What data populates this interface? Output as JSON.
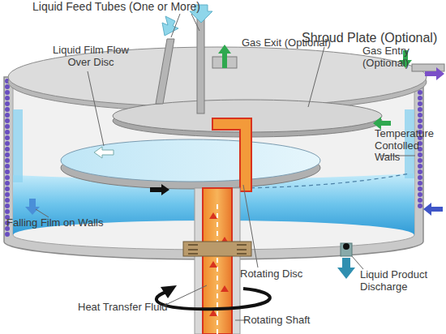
{
  "diagram": {
    "labels": [
      "Liquid Feed Tubes (One or More)",
      "Shroud Plate (Optional)",
      "Liquid Film Flow Over Disc",
      "Gas Exit (Optional)",
      "Gas Entry (Optional)",
      "Temperature Contolled Walls",
      "Falling Film on Walls",
      "Rotating Disc",
      "Liquid Product Discharge",
      "Heat Transfer Fluid",
      "Rotating Shaft"
    ]
  }
}
